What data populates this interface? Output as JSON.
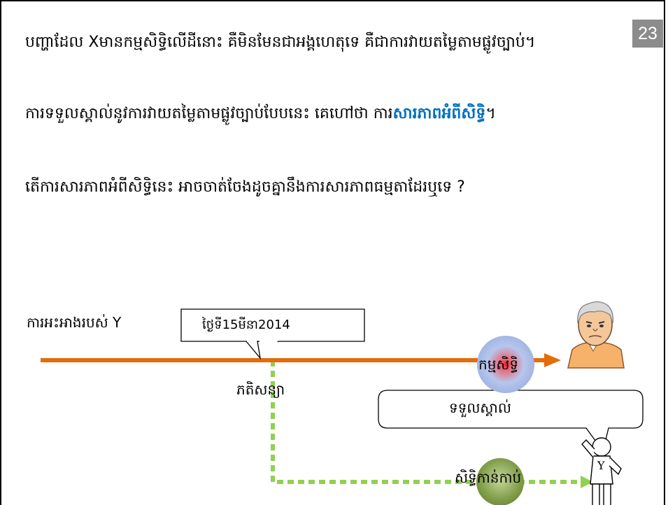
{
  "slide": {
    "page_number": "23",
    "para1": "បញ្ហាដែល Xមានកម្មសិទ្ធិលើដីនោះ គឺមិនមែនជាអង្គហេតុទេ គឺជាការវាយតម្លៃតាមផ្លូវច្បាប់។",
    "para2_prefix": "ការទទួលស្គាល់នូវការវាយតម្លៃតាមផ្លូវច្បាប់បែបនេះ គេហៅថា ការ",
    "para2_highlight": "សារភាពអំពីសិទ្ធិ",
    "para2_suffix": "។",
    "para3": "តើការសារភាពអំពីសិទ្ធិនេះ អាចចាត់ចែងដូចគ្នានឹងការសារភាពធម្មតាដែរឬទេ ?"
  },
  "diagram": {
    "claim_label": "ការអះអាងរបស់ Y",
    "date_label": "ថ្ងៃទី15មីនា2014",
    "contract_label": "ភតិសន្យា",
    "ownership_label": "កម្មសិទ្ធិ",
    "acknowledge_label": "ទទួលស្គាល់",
    "derived_right_label": "សិទ្ធិកាន់កាប់",
    "person_letter": "Y",
    "colors": {
      "timeline": "#e46c0a",
      "dotted": "#92d050",
      "accent_text": "#0070c0",
      "page_badge": "#8c8c8c"
    }
  }
}
